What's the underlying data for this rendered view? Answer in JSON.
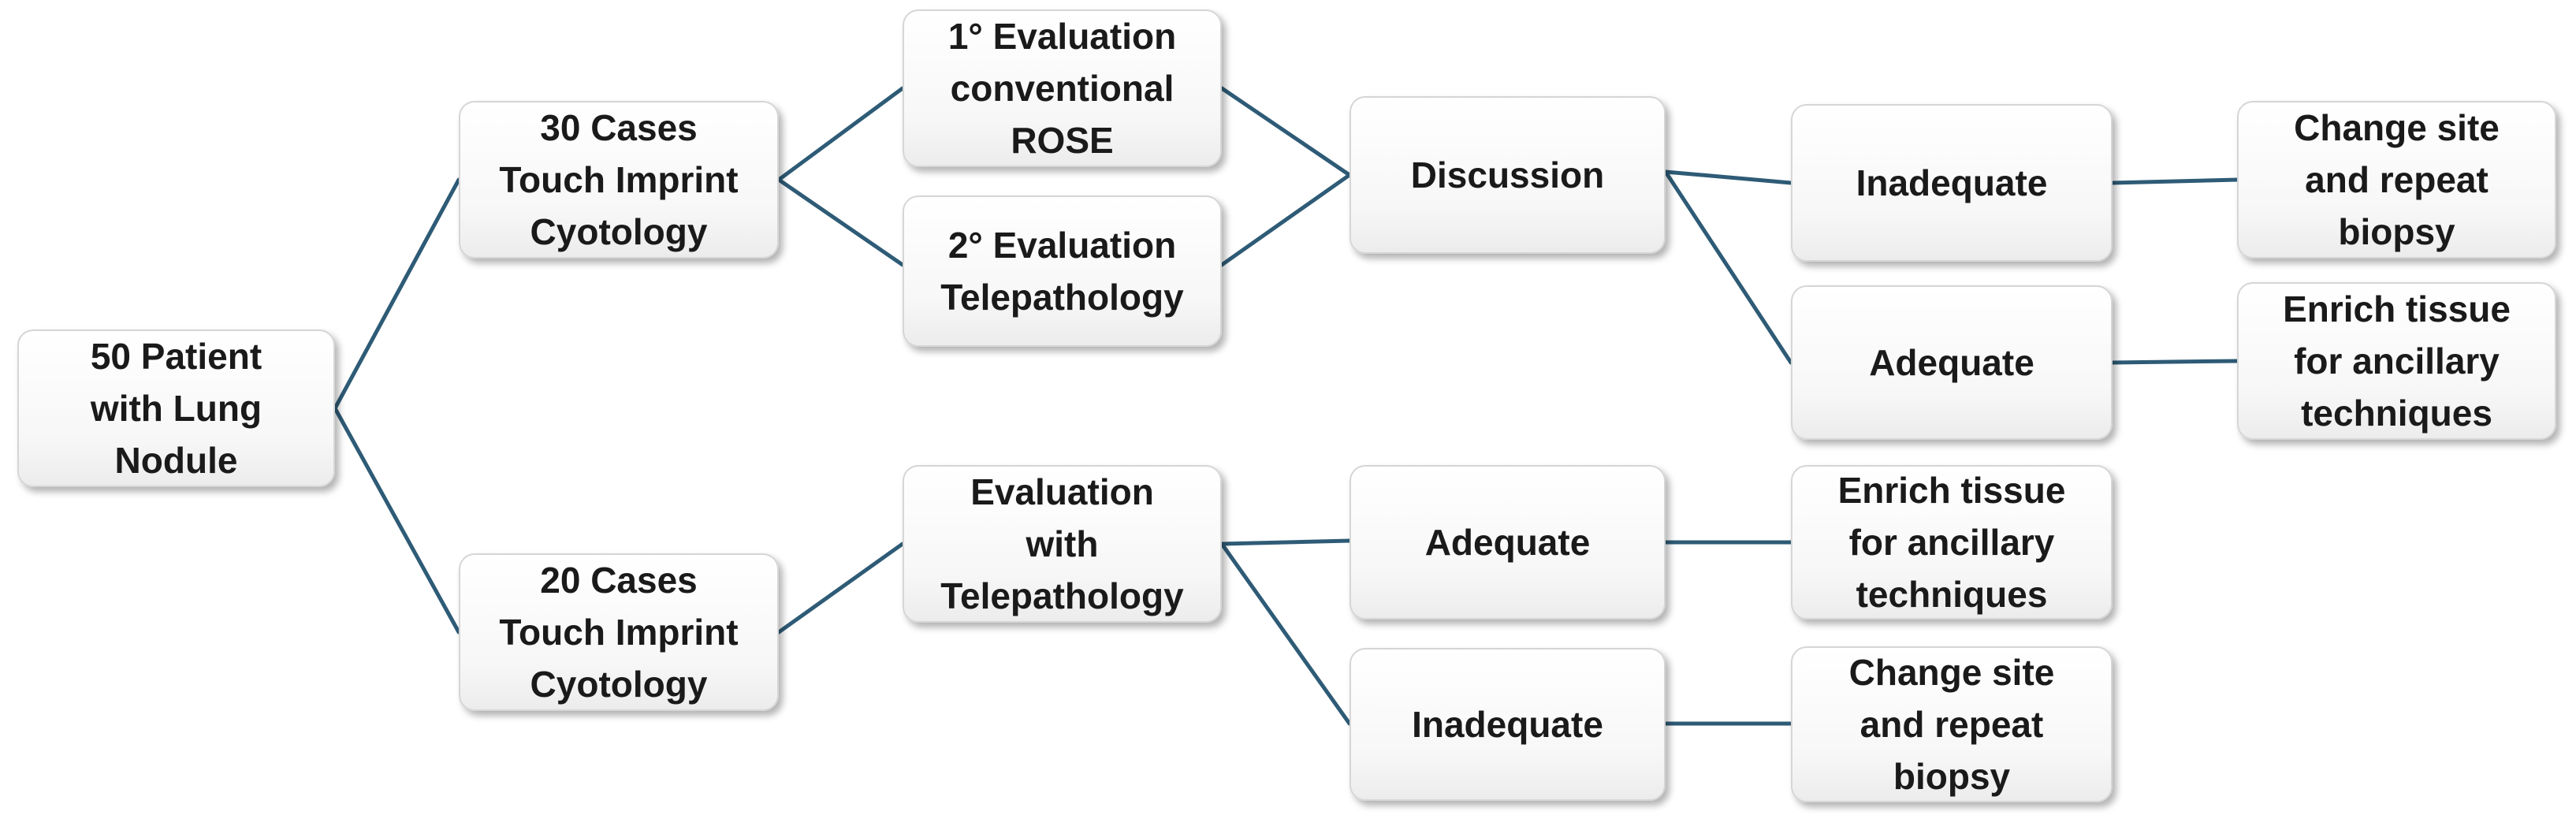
{
  "nodes": {
    "patients": [
      "50 Patient",
      "with Lung",
      "Nodule"
    ],
    "group_30": [
      "30 Cases",
      "Touch Imprint",
      "Cyotology"
    ],
    "group_20": [
      "20 Cases",
      "Touch Imprint",
      "Cyotology"
    ],
    "eval_conventional": [
      "1° Evaluation",
      "conventional",
      "ROSE"
    ],
    "eval_telepathology_2": [
      "2° Evaluation",
      "Telepathology"
    ],
    "discussion": [
      "Discussion"
    ],
    "top_inadequate": [
      "Inadequate"
    ],
    "top_adequate": [
      "Adequate"
    ],
    "top_change_site": [
      "Change site",
      "and repeat",
      "biopsy"
    ],
    "top_enrich": [
      "Enrich tissue",
      "for ancillary",
      "techniques"
    ],
    "eval_telepathology": [
      "Evaluation",
      "with",
      "Telepathology"
    ],
    "bottom_adequate": [
      "Adequate"
    ],
    "bottom_inadequate": [
      "Inadequate"
    ],
    "bottom_enrich": [
      "Enrich tissue",
      "for ancillary",
      "techniques"
    ],
    "bottom_change_site": [
      "Change site",
      "and repeat",
      "biopsy"
    ]
  },
  "colors": {
    "connector": "#2e5b76",
    "box_border": "#d6d6d6",
    "text": "#1a1a1a"
  }
}
